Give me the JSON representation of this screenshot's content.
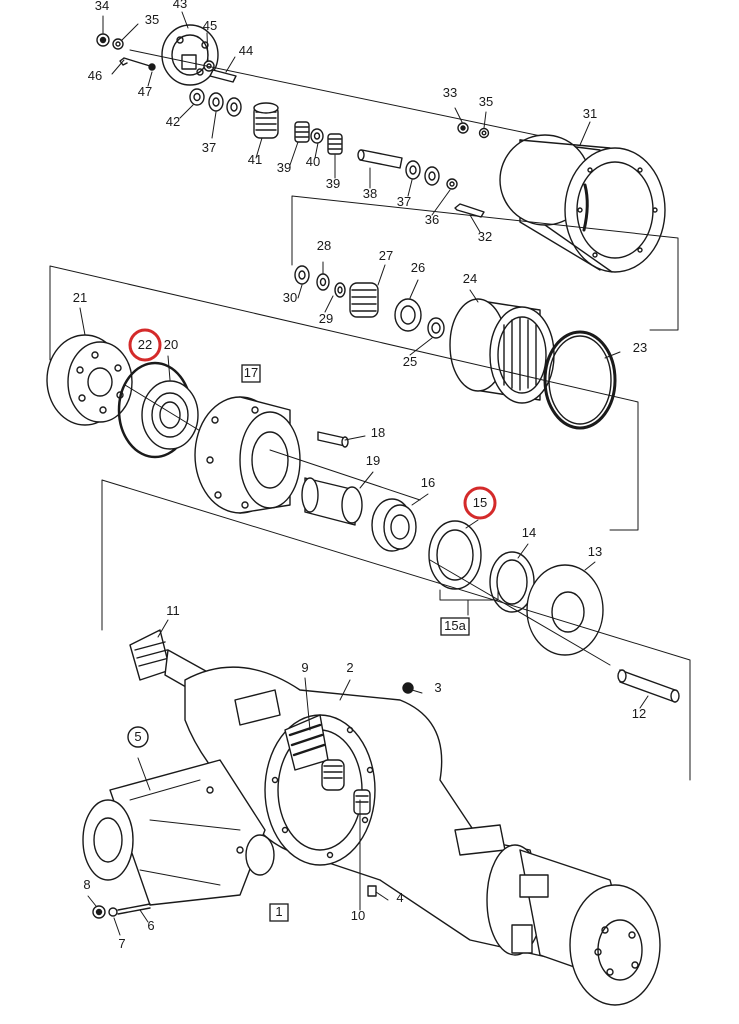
{
  "diagram": {
    "type": "exploded-parts-diagram",
    "highlight_color": "#d42a2a",
    "line_color": "#1a1a1a",
    "part_labels": [
      "1",
      "2",
      "3",
      "4",
      "5",
      "6",
      "7",
      "8",
      "9",
      "10",
      "11",
      "12",
      "13",
      "14",
      "15",
      "15a",
      "16",
      "17",
      "18",
      "19",
      "20",
      "21",
      "22",
      "23",
      "24",
      "25",
      "26",
      "27",
      "28",
      "29",
      "30",
      "31",
      "32",
      "33",
      "34",
      "35",
      "35",
      "36",
      "37",
      "37",
      "38",
      "39",
      "39",
      "40",
      "41",
      "42",
      "43",
      "44",
      "45",
      "46",
      "47"
    ],
    "boxed_labels": [
      "1",
      "15a",
      "17"
    ],
    "circled_labels": [
      "5"
    ],
    "highlighted_labels": [
      "15",
      "22"
    ]
  }
}
